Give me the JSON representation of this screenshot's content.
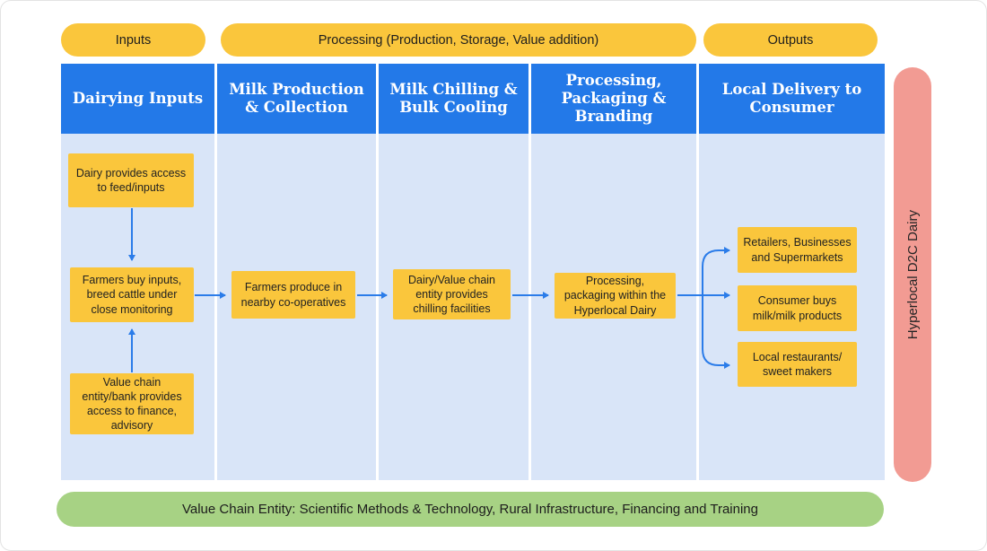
{
  "pills": {
    "inputs": "Inputs",
    "processing": "Processing (Production, Storage, Value addition)",
    "outputs": "Outputs"
  },
  "headers": [
    "Dairying Inputs",
    "Milk Production & Collection",
    "Milk Chilling & Bulk Cooling",
    "Processing, Packaging & Branding",
    "Local Delivery to Consumer"
  ],
  "nodes": {
    "dairy_feed": "Dairy provides access to feed/inputs",
    "farmers_buy": "Farmers buy inputs, breed cattle under close monitoring",
    "finance": "Value chain entity/bank provides access to finance, advisory",
    "cooperatives": "Farmers produce in nearby co-operatives",
    "chilling": "Dairy/Value chain entity provides chilling facilities",
    "processing": "Processing, packaging within the Hyperlocal Dairy",
    "retailers": "Retailers, Businesses and Supermarkets",
    "consumer": "Consumer buys milk/milk products",
    "restaurants": "Local restaurants/ sweet makers"
  },
  "side_label": "Hyperlocal D2C Dairy",
  "footer": "Value Chain Entity: Scientific Methods & Technology, Rural Infrastructure, Financing and Training",
  "colors": {
    "pill_yellow": "#FAC63C",
    "header_blue": "#2379E8",
    "column_light_blue": "#D9E5F8",
    "arrow_blue": "#2B7CE9",
    "side_pink": "#F29B93",
    "footer_green": "#A7D284"
  }
}
